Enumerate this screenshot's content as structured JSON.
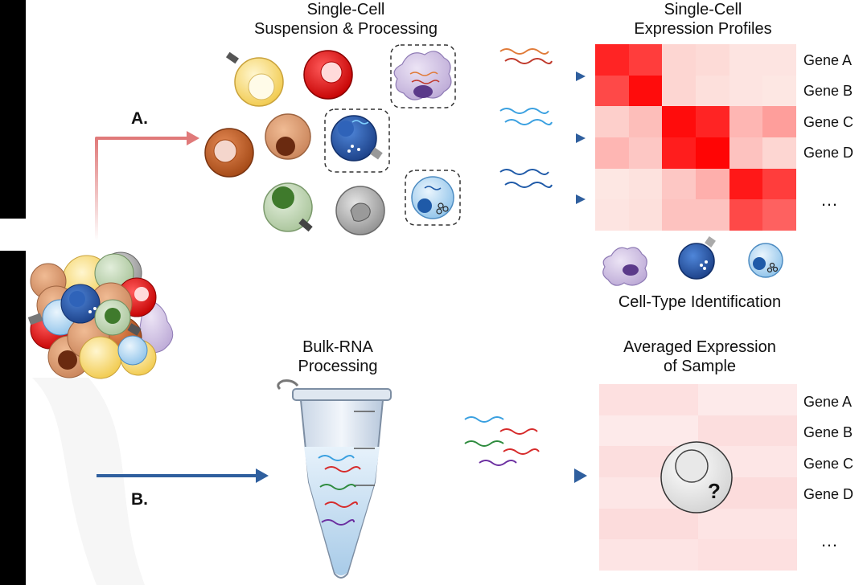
{
  "colors": {
    "arrow_red": "#e07a7a",
    "arrow_blue": "#2f5f9e",
    "heat_max": "#ff0000",
    "heat_min": "#fdf3ef"
  },
  "single_cell": {
    "header": "Single-Cell\nSuspension & Processing",
    "output_header": "Single-Cell\nExpression Profiles",
    "cell_type_label": "Cell-Type Identification",
    "genes": [
      "Gene A",
      "Gene B",
      "Gene C",
      "Gene D",
      "…"
    ],
    "heatmap": [
      [
        0.85,
        0.75,
        0.12,
        0.1,
        0.06,
        0.06
      ],
      [
        0.7,
        0.95,
        0.12,
        0.08,
        0.06,
        0.05
      ],
      [
        0.15,
        0.22,
        0.95,
        0.85,
        0.25,
        0.35
      ],
      [
        0.25,
        0.18,
        0.88,
        0.98,
        0.2,
        0.12
      ],
      [
        0.05,
        0.07,
        0.18,
        0.28,
        0.9,
        0.75
      ],
      [
        0.06,
        0.08,
        0.2,
        0.2,
        0.7,
        0.6
      ]
    ],
    "step_label": "A."
  },
  "bulk": {
    "header": "Bulk-RNA\nProcessing",
    "output_header": "Averaged Expression\nof Sample",
    "genes": [
      "Gene A",
      "Gene B",
      "Gene C",
      "Gene D",
      "…"
    ],
    "unknown_mark": "?",
    "step_label": "B."
  }
}
